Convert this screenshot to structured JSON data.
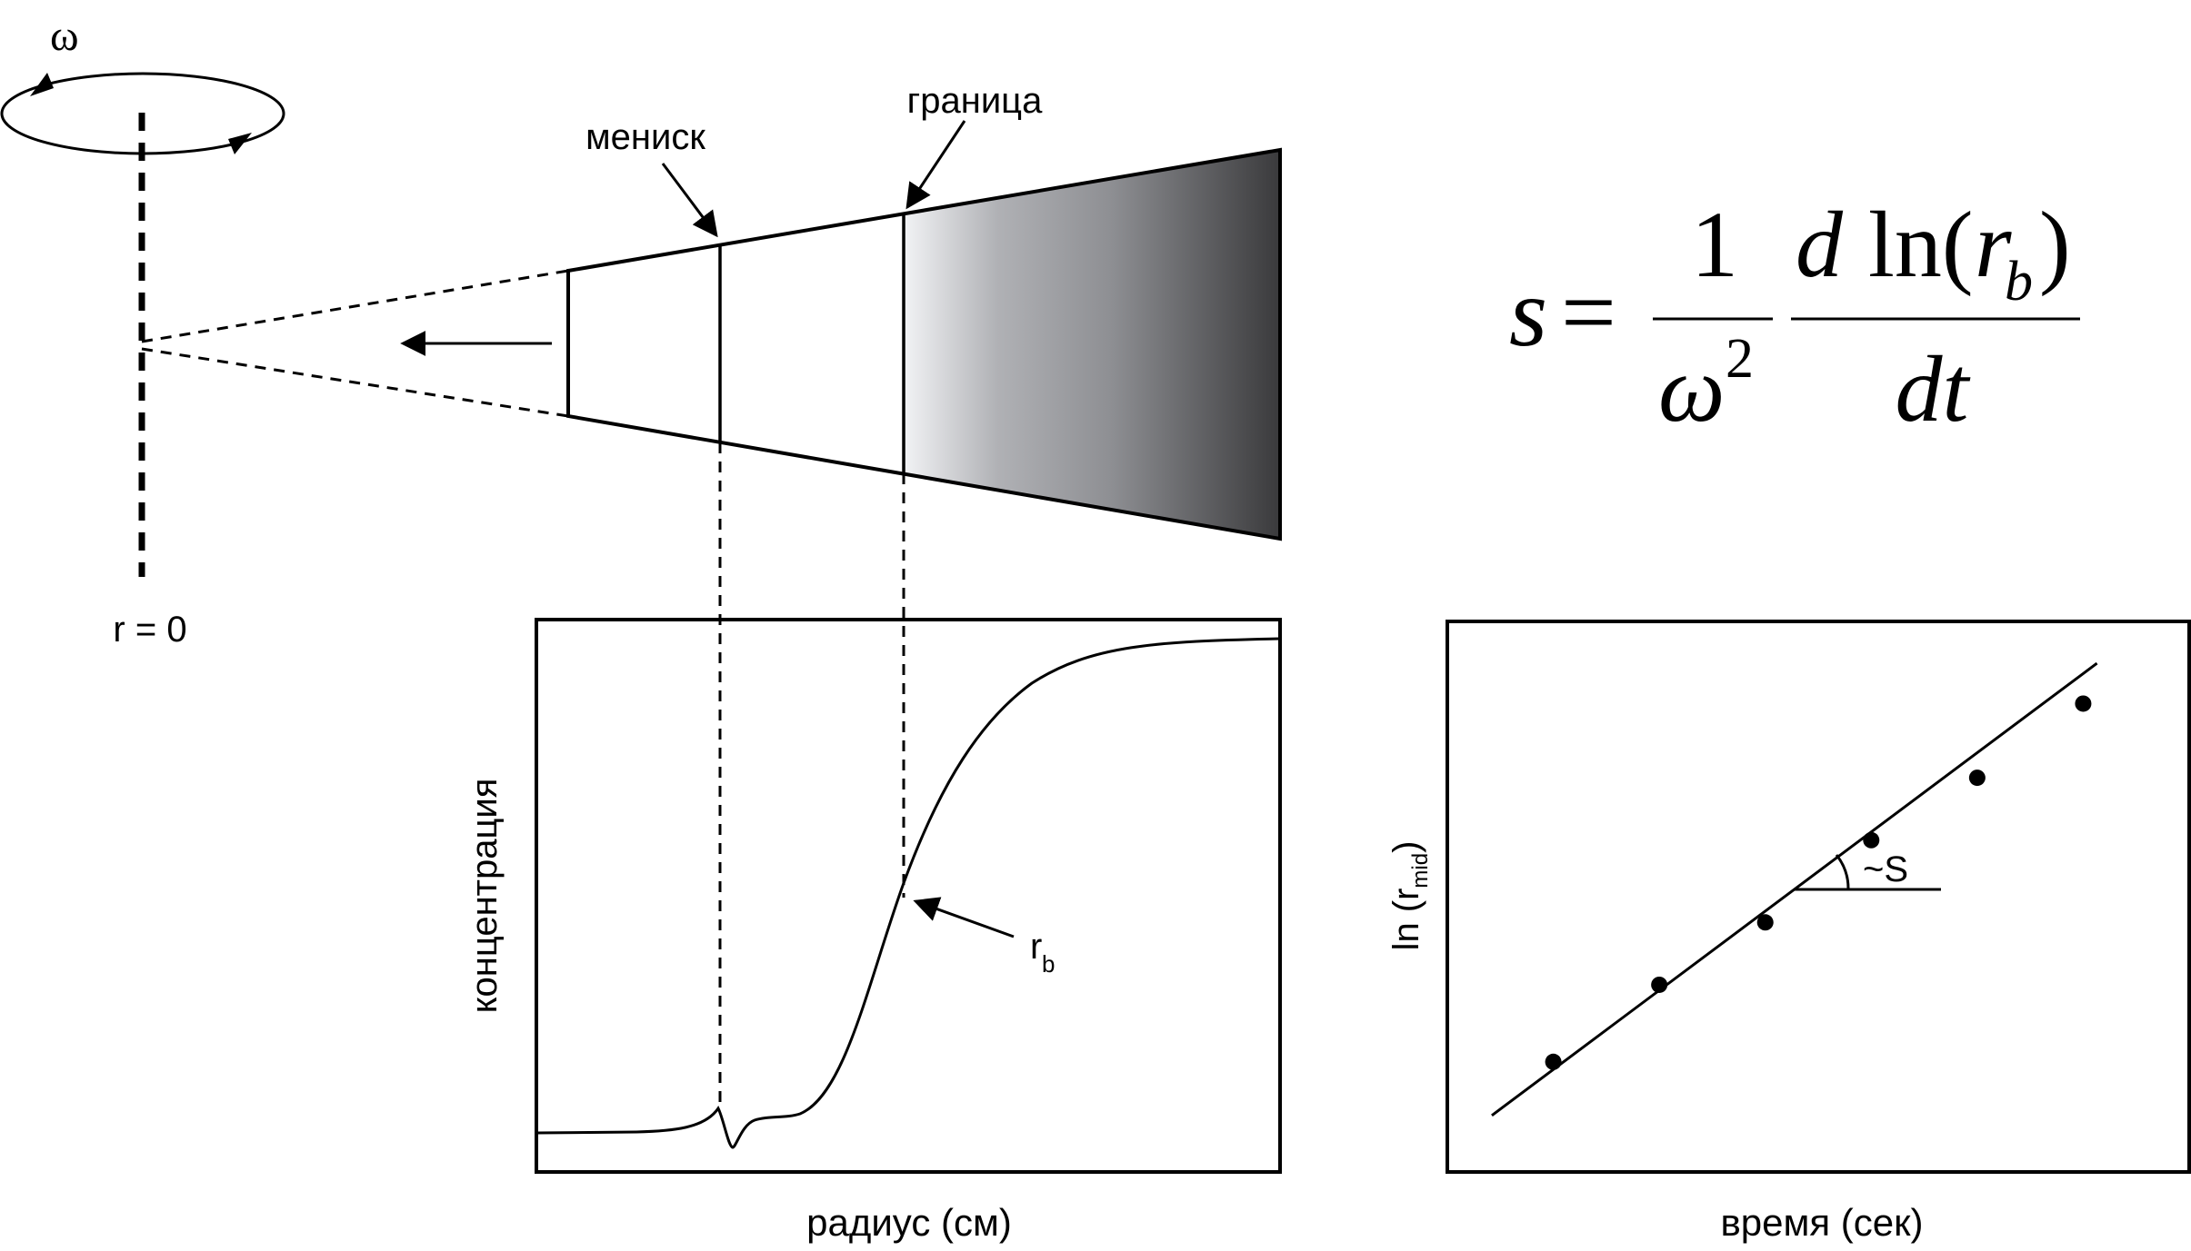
{
  "rotor": {
    "omega_symbol": "ω",
    "axis_label": "r = 0"
  },
  "cell": {
    "meniscus_label": "мениск",
    "boundary_label": "граница",
    "gradient_colors": [
      "#f2f3f5",
      "#b0b1b5",
      "#8e8f93",
      "#3a3a3c"
    ]
  },
  "formula": {
    "lhs": "s",
    "equals": "=",
    "frac1_num": "1",
    "frac1_den_base": "ω",
    "frac1_den_exp": "2",
    "frac2_num_d": "d",
    "frac2_num_ln": "ln(",
    "frac2_num_r": "r",
    "frac2_num_sub": "b",
    "frac2_num_close": ")",
    "frac2_den": "dt"
  },
  "concentration_plot": {
    "y_label": "концентрация",
    "x_label": "радиус (см)",
    "rb_label": "r",
    "rb_sub": "b"
  },
  "ln_plot": {
    "y_label_prefix": "ln (r",
    "y_label_sub": "mid",
    "y_label_suffix": ")",
    "x_label": "время (сек)",
    "slope_label": "~S"
  },
  "chart_data": {
    "type": "scatter",
    "title": "",
    "xlabel": "время (сек)",
    "ylabel": "ln (rmid)",
    "points": [
      {
        "x": 1,
        "y": 1
      },
      {
        "x": 2,
        "y": 2.05
      },
      {
        "x": 3,
        "y": 2.9
      },
      {
        "x": 4,
        "y": 4.02
      },
      {
        "x": 5,
        "y": 4.87
      },
      {
        "x": 6,
        "y": 5.88
      }
    ],
    "fit_line": {
      "x": [
        0.42,
        6.13
      ],
      "y": [
        0.27,
        6.43
      ]
    },
    "xlim": [
      0,
      7
    ],
    "ylim": [
      -0.5,
      7
    ],
    "grid": false
  }
}
